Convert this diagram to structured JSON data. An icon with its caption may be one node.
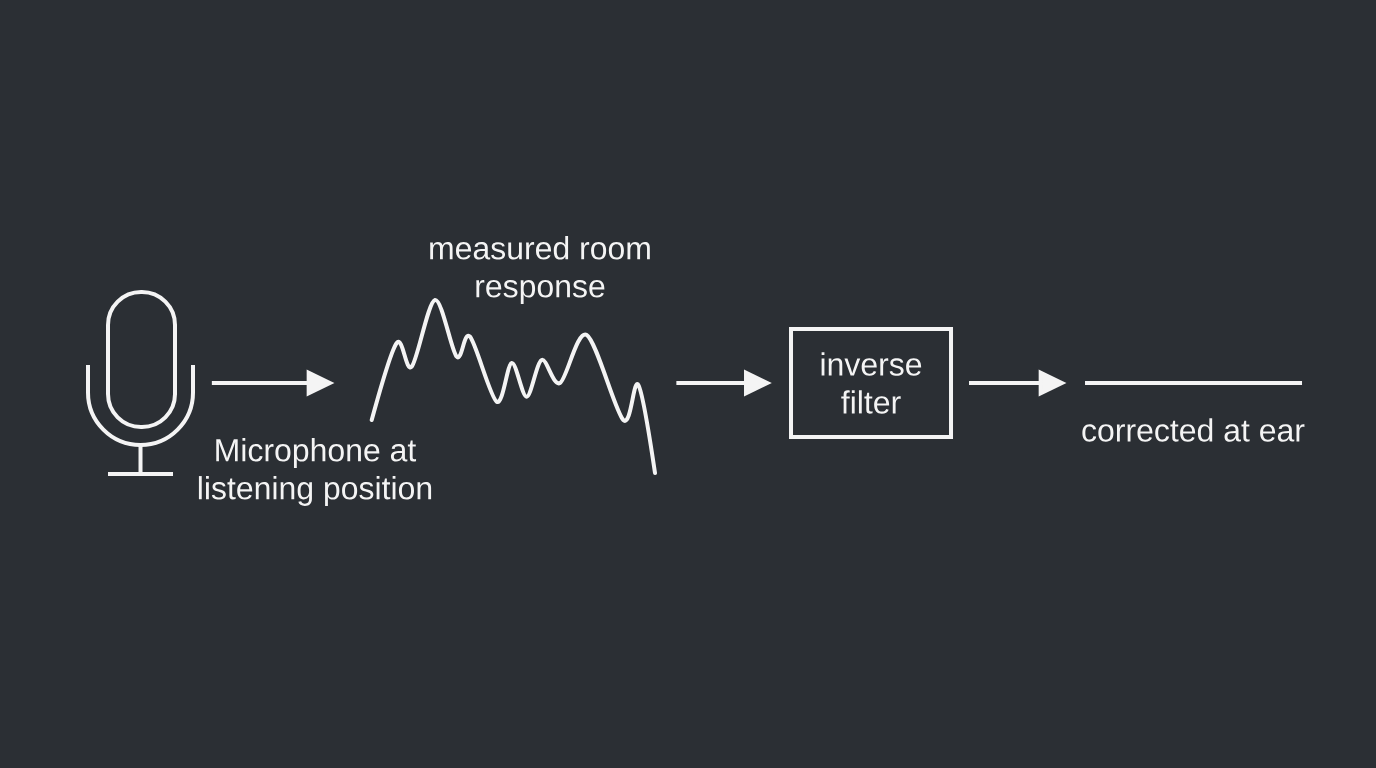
{
  "diagram": {
    "nodes": [
      {
        "text": [],
        "shape": "microphone",
        "beside": [
          "Microphone at listening position"
        ]
      },
      {
        "text": [],
        "shape": "waveform",
        "beside": [
          "measured room response"
        ]
      },
      {
        "text": [
          "inverse filter"
        ]
      },
      {
        "text": [],
        "shape": "line",
        "beside": [
          "corrected at ear"
        ]
      }
    ],
    "edges": [
      {
        "from": 0,
        "to": 1,
        "arrow": "to"
      },
      {
        "from": 1,
        "to": 2,
        "arrow": "to"
      },
      {
        "from": 2,
        "to": 3,
        "arrow": "to"
      }
    ]
  }
}
